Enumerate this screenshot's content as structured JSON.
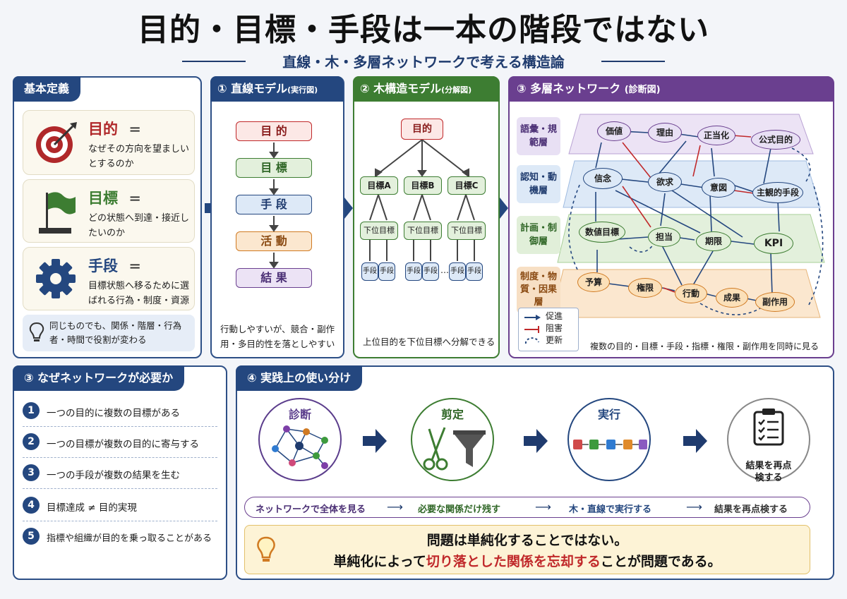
{
  "title": "目的・目標・手段は一本の階段ではない",
  "subtitle": "直線・木・多層ネットワークで考える構造論",
  "definitions": {
    "header": "基本定義",
    "items": [
      {
        "term": "目的",
        "eq": "=",
        "desc": "なぜその方向を望ましいとするのか",
        "icon": "target-icon",
        "color": "#b0282a"
      },
      {
        "term": "目標",
        "eq": "=",
        "desc": "どの状態へ到達・接近したいのか",
        "icon": "flag-icon",
        "color": "#3d7d32"
      },
      {
        "term": "手段",
        "eq": "=",
        "desc": "目標状態へ移るために選ばれる行為・制度・資源",
        "icon": "gear-icon",
        "color": "#24477f"
      }
    ],
    "note": "同じものでも、関係・階層・行為者・時間で役割が変わる",
    "note_icon": "lightbulb-icon"
  },
  "linear_model": {
    "num": "①",
    "header": "直線モデル",
    "header_sub": "(実行図)",
    "steps": [
      "目 的",
      "目 標",
      "手 段",
      "活 動",
      "結 果"
    ],
    "caption": "行動しやすいが、競合・副作用・多目的性を落としやすい"
  },
  "tree_model": {
    "num": "②",
    "header": "木構造モデル",
    "header_sub": "(分解図)",
    "root": "目的",
    "goals": [
      "目標A",
      "目標B",
      "目標C"
    ],
    "subgoal": "下位目標",
    "means": "手段",
    "ellipsis": "…",
    "caption": "上位目的を下位目標へ分解できる"
  },
  "network_model": {
    "num": "③",
    "header": "多層ネットワーク",
    "header_sub": "(診断図)",
    "layers": [
      {
        "label": "語彙・規範層",
        "color": "#e8e0f4",
        "text": "#4a2e74"
      },
      {
        "label": "認知・動機層",
        "color": "#dde9f7",
        "text": "#1f3b6e"
      },
      {
        "label": "計画・制御層",
        "color": "#e1efd9",
        "text": "#2f6626"
      },
      {
        "label": "制度・物質・因果層",
        "color": "#f7dfc4",
        "text": "#8a4a12"
      }
    ],
    "nodes": {
      "top": [
        "価値",
        "理由",
        "正当化",
        "公式目的"
      ],
      "second": [
        "信念",
        "欲求",
        "意図",
        "主観的手段"
      ],
      "third": [
        "数値目標",
        "担当",
        "期限",
        "KPI"
      ],
      "bottom": [
        "予算",
        "権限",
        "行動",
        "成果",
        "副作用"
      ]
    },
    "legend": [
      {
        "label": "促進",
        "color": "#24477f"
      },
      {
        "label": "阻害",
        "color": "#c0282a"
      },
      {
        "label": "更新",
        "color": "#24477f"
      }
    ],
    "caption": "複数の目的・目標・手段・指標・権限・副作用を同時に見る"
  },
  "why_network": {
    "num": "③",
    "header": "なぜネットワークが必要か",
    "reasons": [
      {
        "n": "1",
        "text": "一つの目的に複数の目標がある"
      },
      {
        "n": "2",
        "text": "一つの目標が複数の目的に寄与する"
      },
      {
        "n": "3",
        "text": "一つの手段が複数の結果を生む"
      },
      {
        "n": "4",
        "text": "目標達成 ≠ 目的実現"
      },
      {
        "n": "5",
        "text": "指標や組織が目的を乗っ取ることがある"
      }
    ]
  },
  "practice": {
    "num": "④",
    "header": "実践上の使い分け",
    "steps": [
      {
        "label": "診断",
        "icon": "network-icon",
        "color": "#5b3d8c"
      },
      {
        "label": "剪定",
        "icon": "scissors-filter-icon",
        "color": "#3d7d32"
      },
      {
        "label": "実行",
        "icon": "pipeline-icon",
        "color": "#24477f"
      },
      {
        "label": "結果を再点検する",
        "icon": "checklist-icon",
        "color": "#333333"
      }
    ],
    "flow": [
      "ネットワークで全体を見る",
      "必要な関係だけ残す",
      "木・直線で実行する",
      "結果を再点検する"
    ],
    "conclusion_line1": "問題は単純化することではない。",
    "conclusion_line2_a": "単純化によって",
    "conclusion_line2_b": "切り落とした関係を忘却する",
    "conclusion_line2_c": "ことが問題である。"
  }
}
